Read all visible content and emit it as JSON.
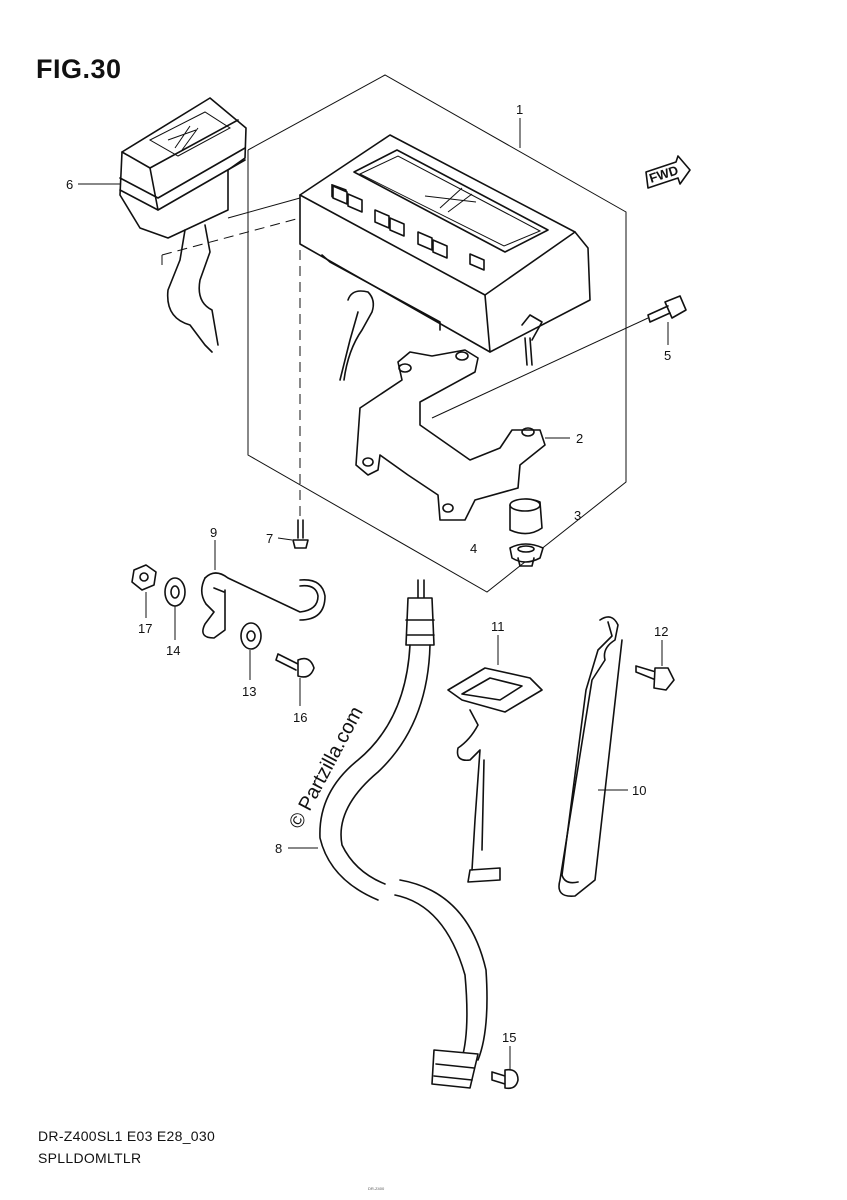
{
  "figure": {
    "title": "FIG.30",
    "model_code": "DR-Z400SL1 E03 E28_030",
    "part_group": "SPLLDOMLTLR",
    "fwd_label": "FWD",
    "watermark": "© Partzilla.com",
    "page_number": "DR-Z400"
  },
  "callouts": [
    {
      "id": "1",
      "label": "1"
    },
    {
      "id": "2",
      "label": "2"
    },
    {
      "id": "3",
      "label": "3"
    },
    {
      "id": "4",
      "label": "4"
    },
    {
      "id": "5",
      "label": "5"
    },
    {
      "id": "6",
      "label": "6"
    },
    {
      "id": "7",
      "label": "7"
    },
    {
      "id": "8",
      "label": "8"
    },
    {
      "id": "9",
      "label": "9"
    },
    {
      "id": "10",
      "label": "10"
    },
    {
      "id": "11",
      "label": "11"
    },
    {
      "id": "12",
      "label": "12"
    },
    {
      "id": "13",
      "label": "13"
    },
    {
      "id": "14",
      "label": "14"
    },
    {
      "id": "15",
      "label": "15"
    },
    {
      "id": "16",
      "label": "16"
    },
    {
      "id": "17",
      "label": "17"
    }
  ]
}
